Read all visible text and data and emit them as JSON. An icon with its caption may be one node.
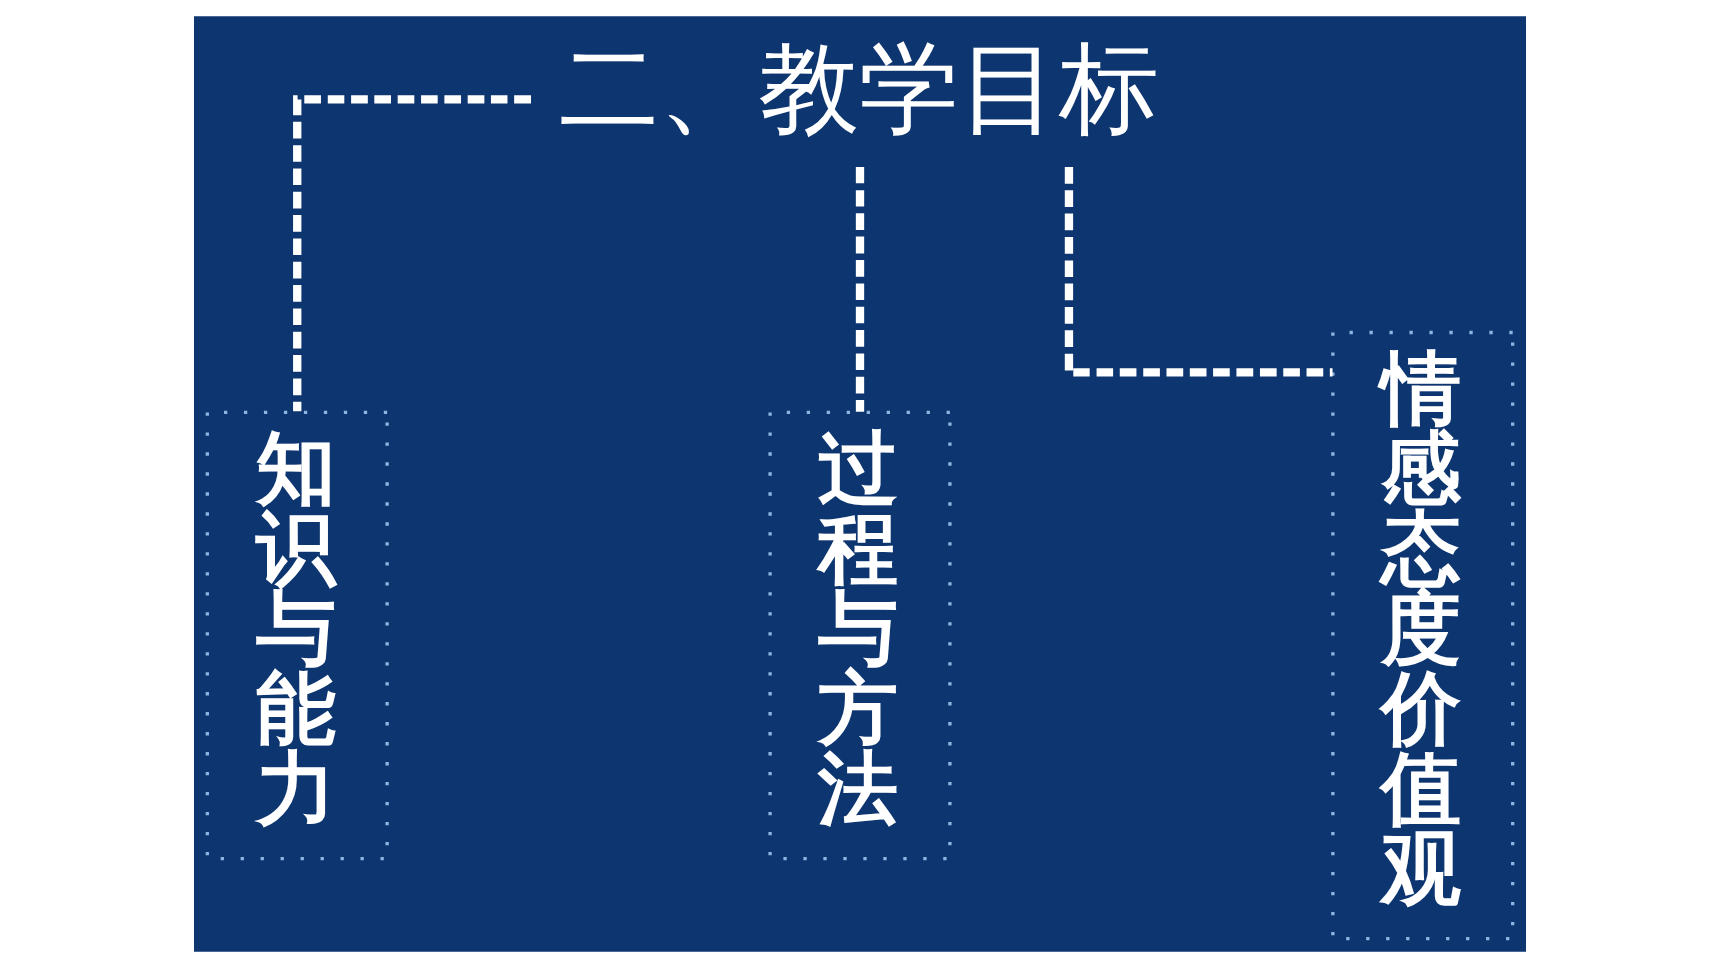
{
  "diagram": {
    "nodes": [
      {
        "text": [
          "二、教学目标"
        ]
      },
      {
        "text": [
          "知识与能力"
        ]
      },
      {
        "text": [
          "过程与方法"
        ]
      },
      {
        "text": [
          "情感态度价值观"
        ]
      }
    ],
    "edges": [
      {
        "from": 0,
        "to": 1,
        "arrow": "none",
        "style": "dashed"
      },
      {
        "from": 0,
        "to": 2,
        "arrow": "none",
        "style": "dashed"
      },
      {
        "from": 0,
        "to": 3,
        "arrow": "none",
        "style": "dashed"
      }
    ]
  }
}
